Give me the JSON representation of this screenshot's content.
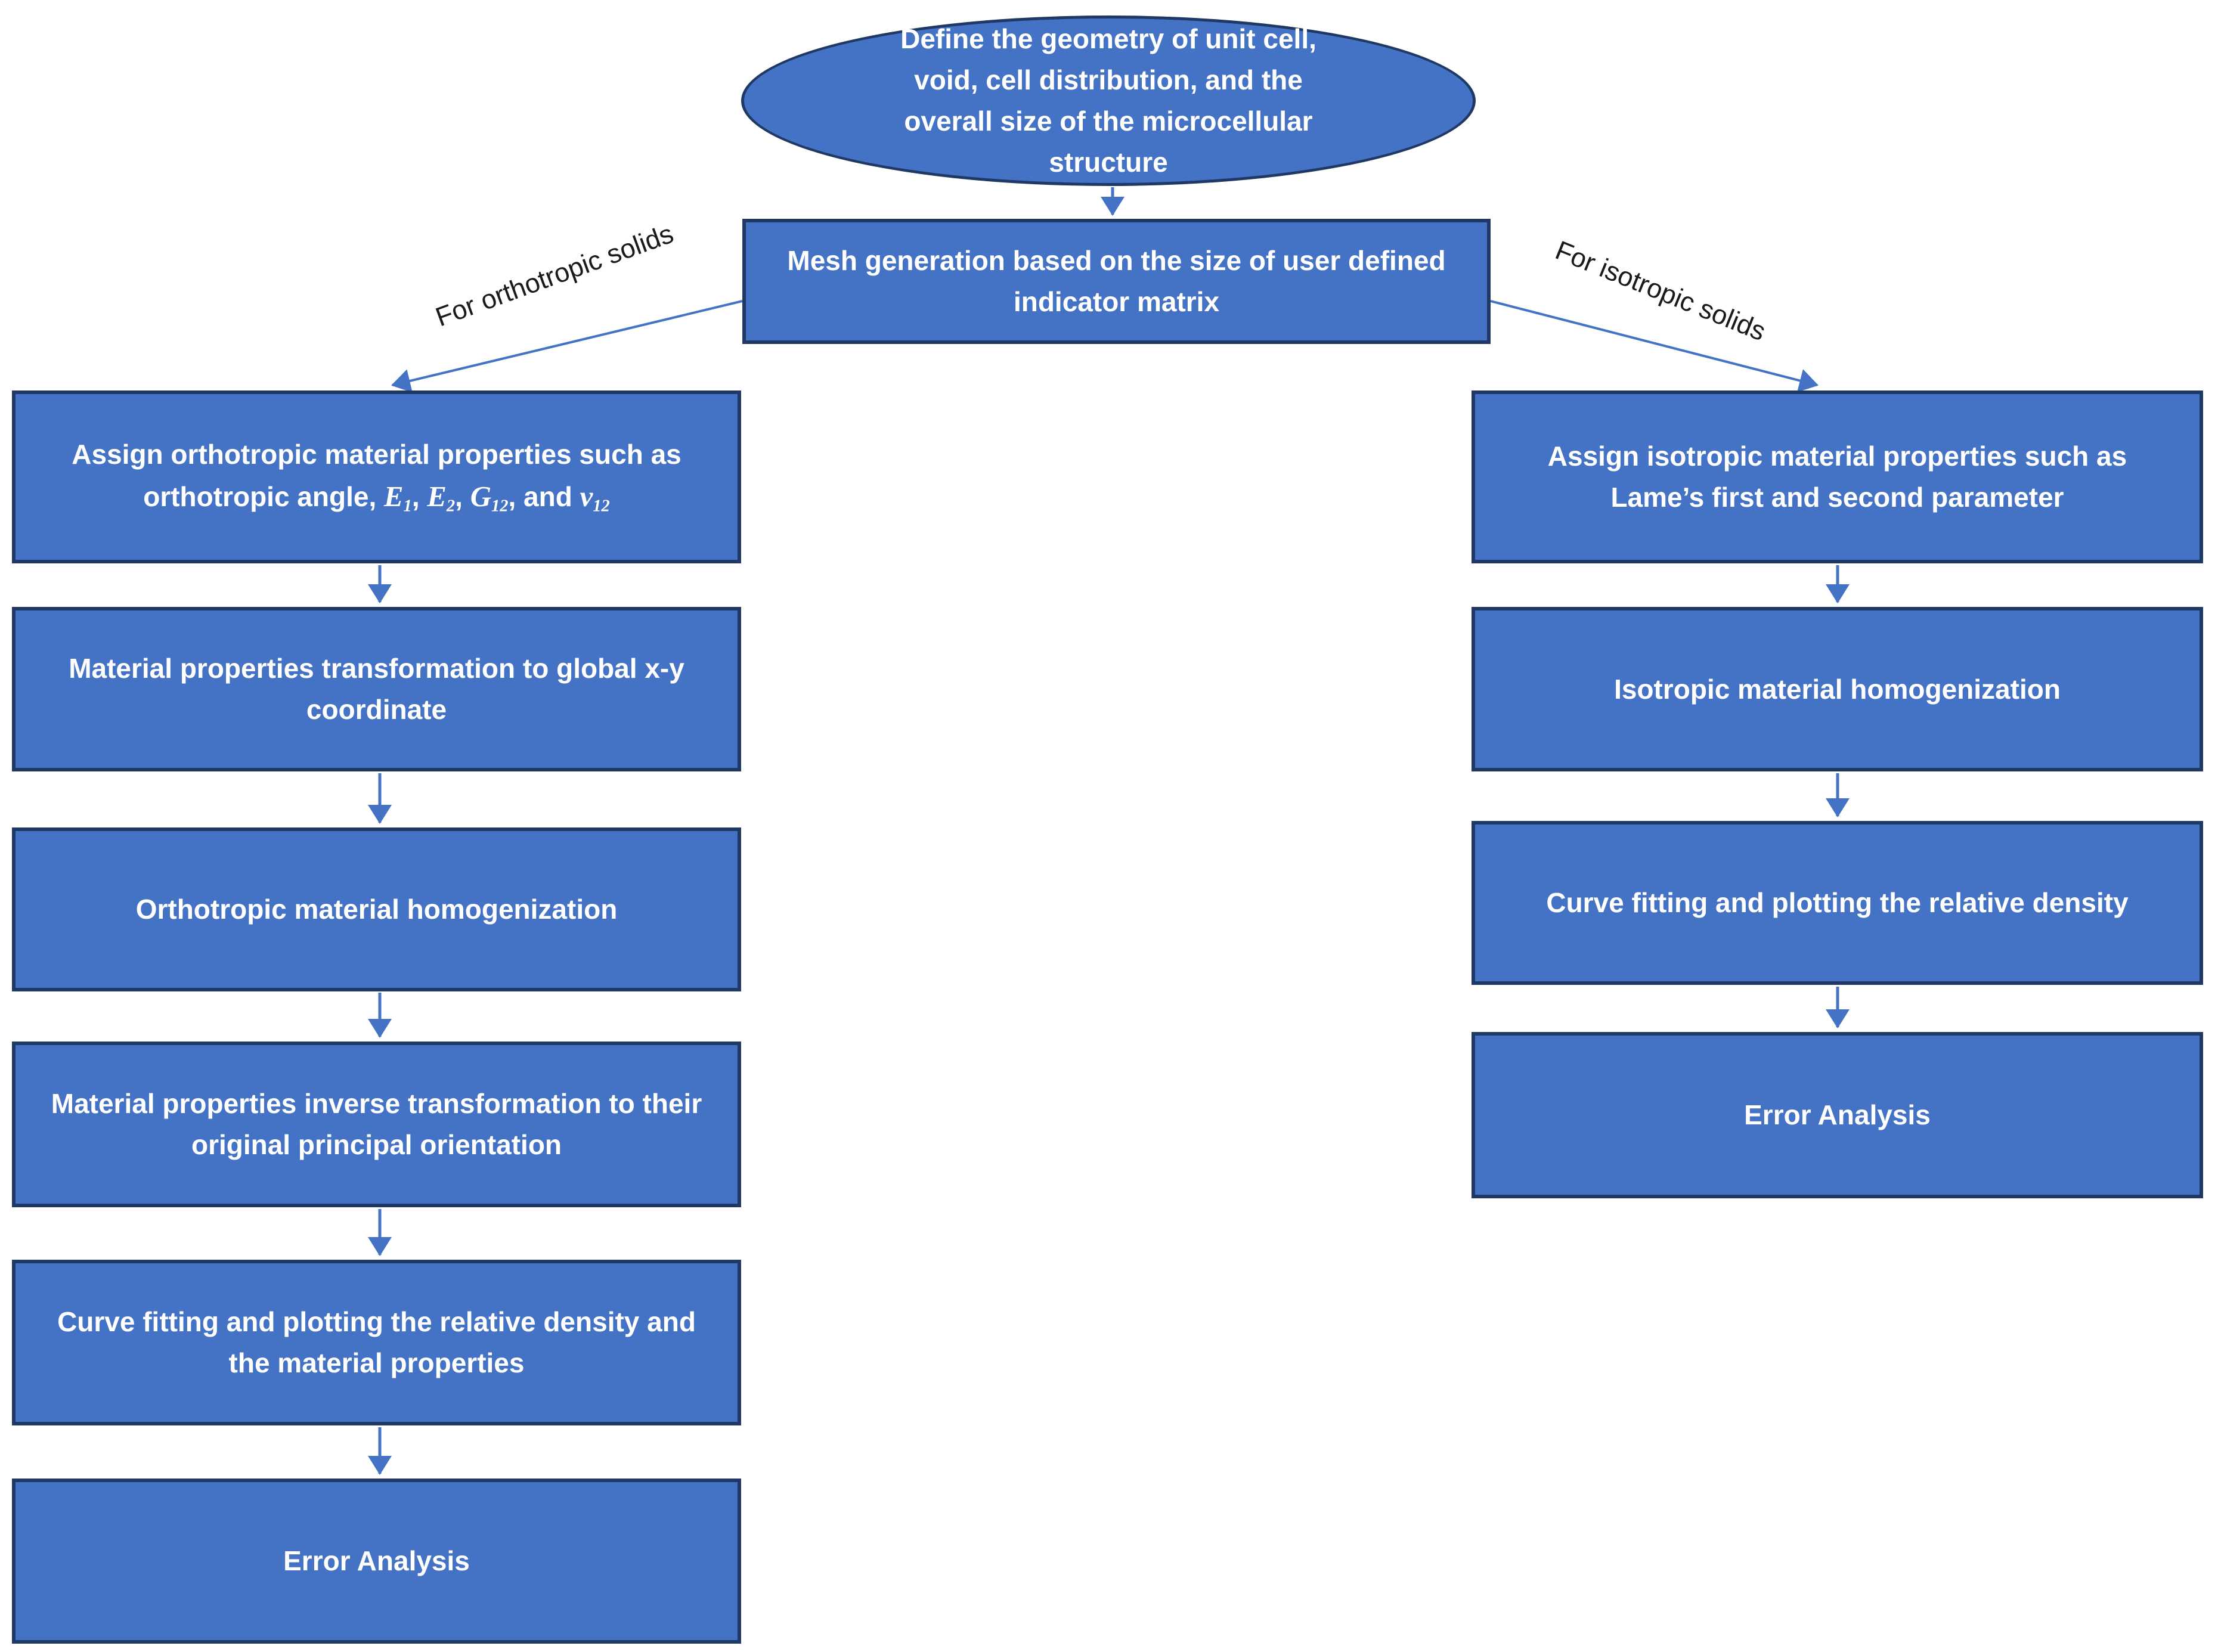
{
  "colors": {
    "box_fill": "#4472C4",
    "box_border": "#1F3864",
    "arrow": "#4472C4",
    "box_text": "#FFFFFF",
    "label_text": "#1A1A1A",
    "background": "#FFFFFF"
  },
  "flowchart": {
    "start_ellipse": "Define the geometry of unit cell, void, cell distribution, and the overall size of the microcellular structure",
    "mesh_box": "Mesh generation based on the size of user defined indicator matrix",
    "left_branch_label": "For orthotropic solids",
    "right_branch_label": "For isotropic solids",
    "left_branch": {
      "box1_segments": [
        {
          "t": "Assign orthotropic material properties such as orthotropic angle,  ",
          "style": "plain"
        },
        {
          "t": "E",
          "style": "italic"
        },
        {
          "t": "1",
          "style": "sub"
        },
        {
          "t": ", ",
          "style": "plain"
        },
        {
          "t": "E",
          "style": "italic"
        },
        {
          "t": "2",
          "style": "sub"
        },
        {
          "t": ", ",
          "style": "plain"
        },
        {
          "t": "G",
          "style": "italic"
        },
        {
          "t": "12",
          "style": "sub"
        },
        {
          "t": ", and ",
          "style": "plain"
        },
        {
          "t": "ν",
          "style": "italic"
        },
        {
          "t": "12",
          "style": "sub"
        }
      ],
      "boxes": [
        "Material properties transformation to global x-y coordinate",
        "Orthotropic material homogenization",
        "Material properties inverse transformation to their original principal orientation",
        "Curve fitting and plotting the relative density and the material properties",
        "Error Analysis"
      ]
    },
    "right_branch": {
      "boxes": [
        "Assign isotropic material properties such as Lame’s first and second parameter",
        "Isotropic material homogenization",
        "Curve fitting and plotting the relative density",
        "Error Analysis"
      ]
    }
  }
}
